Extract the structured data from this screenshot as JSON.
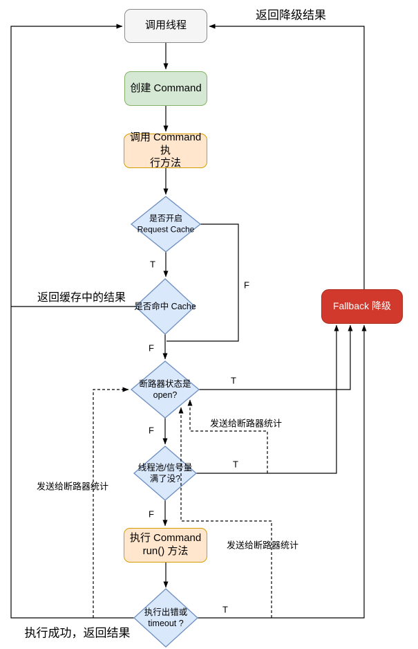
{
  "colors": {
    "line": "#000000",
    "text": "#000000",
    "gray_fill": "#f5f5f5",
    "gray_stroke": "#8a8a8a",
    "green_fill": "#d5e8d4",
    "green_stroke": "#82b366",
    "orange_fill": "#ffe6cc",
    "orange_stroke": "#d79b00",
    "blue_fill": "#dae8fc",
    "blue_stroke": "#6c8ebf",
    "red_fill": "#d0392b",
    "red_stroke": "#a92e20",
    "red_text": "#ffffff"
  },
  "nodes": {
    "caller": {
      "label": "调用线程"
    },
    "create_command": {
      "label": "创建 Command"
    },
    "invoke_command": {
      "label": "调用 Command 执\n行方法"
    },
    "request_cache_check": {
      "label": "是否开启\nRequest Cache"
    },
    "cache_hit_check": {
      "label": "是否命中 Cache"
    },
    "circuit_open_check": {
      "label": "断路器状态是\nopen?"
    },
    "pool_full_check": {
      "label": "线程池/信号量\n满了没?"
    },
    "run_command": {
      "label": "执行 Command\nrun() 方法"
    },
    "error_timeout_check": {
      "label": "执行出错或\ntimeout ?"
    },
    "fallback": {
      "label": "Fallback 降级"
    }
  },
  "edge_labels": {
    "return_fallback_result": "返回降级结果",
    "return_cached_result": "返回缓存中的结果",
    "report_breaker_stats_left": "发送给断路器统计",
    "report_breaker_stats_upper": "发送给断路器统计",
    "report_breaker_stats_lower": "发送给断路器统计",
    "success_return_result": "执行成功，返回结果"
  },
  "branch_labels": {
    "request_cache_true": "T",
    "request_cache_false": "F",
    "cache_hit_false": "F",
    "circuit_open_true": "T",
    "circuit_open_false": "F",
    "pool_full_true": "T",
    "pool_full_false": "F",
    "error_timeout_true": "T"
  }
}
